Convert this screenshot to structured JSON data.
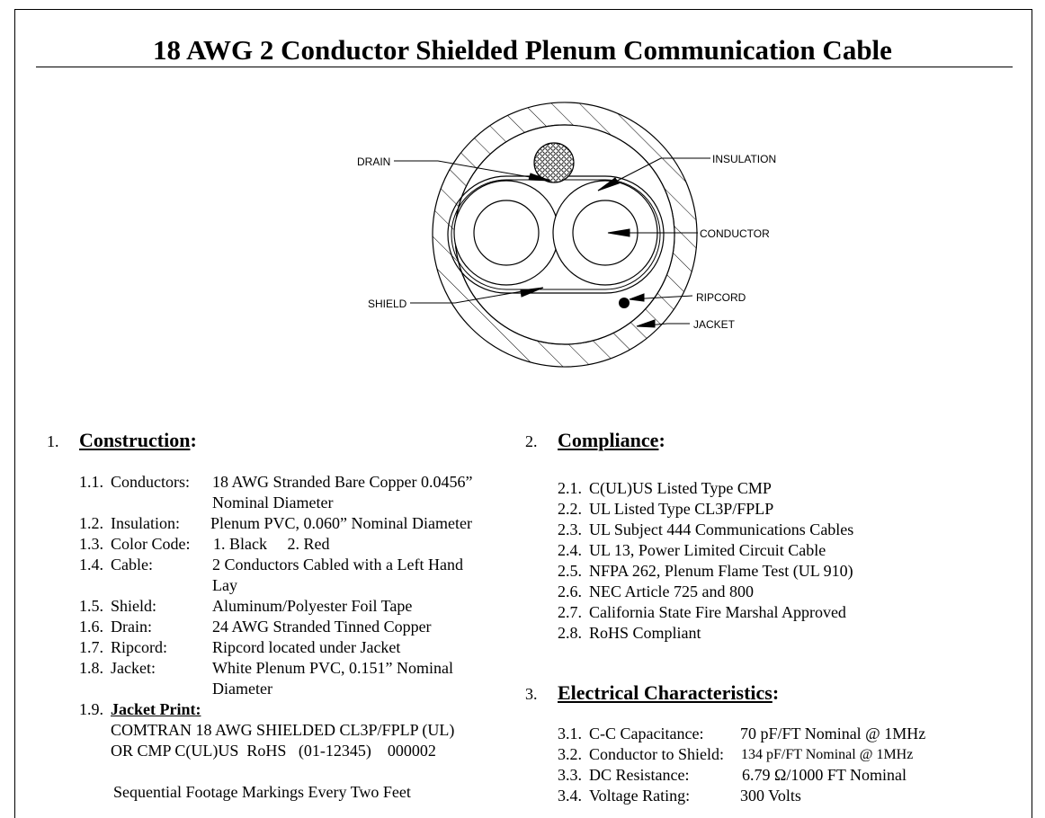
{
  "title": "18 AWG 2 Conductor Shielded Plenum Communication Cable",
  "diagram": {
    "labels": {
      "drain": "DRAIN",
      "insulation": "INSULATION",
      "conductor": "CONDUCTOR",
      "shield": "SHIELD",
      "ripcord": "RIPCORD",
      "jacket": "JACKET"
    }
  },
  "construction": {
    "number": "1.",
    "heading": "Construction",
    "items": [
      {
        "num": "1.1.",
        "label": "Conductors:",
        "value": "18 AWG Stranded Bare Copper 0.0456”",
        "value2": "Nominal Diameter"
      },
      {
        "num": "1.2.",
        "label": "Insulation:",
        "value": "Plenum PVC, 0.060” Nominal Diameter"
      },
      {
        "num": "1.3.",
        "label": "Color Code:",
        "value": "1. Black     2. Red"
      },
      {
        "num": "1.4.",
        "label": "Cable:",
        "value": "2 Conductors Cabled with a Left Hand",
        "value2": "Lay"
      },
      {
        "num": "1.5.",
        "label": "Shield:",
        "value": "Aluminum/Polyester Foil Tape"
      },
      {
        "num": "1.6.",
        "label": "Drain:",
        "value": "24 AWG Stranded Tinned Copper"
      },
      {
        "num": "1.7.",
        "label": "Ripcord:",
        "value": "Ripcord located under Jacket"
      },
      {
        "num": "1.8.",
        "label": "Jacket:",
        "value": "White Plenum PVC, 0.151” Nominal",
        "value2": "Diameter"
      }
    ],
    "jacket_print": {
      "num": "1.9.",
      "label": "Jacket Print:",
      "line1": "COMTRAN 18 AWG SHIELDED CL3P/FPLP (UL)",
      "line2": "OR CMP C(UL)US  RoHS   (01-12345)    000002",
      "footage": "Sequential Footage Markings Every Two Feet"
    }
  },
  "compliance": {
    "number": "2.",
    "heading": "Compliance",
    "items": [
      {
        "num": "2.1.",
        "text": "C(UL)US Listed Type CMP"
      },
      {
        "num": "2.2.",
        "text": "UL Listed Type CL3P/FPLP"
      },
      {
        "num": "2.3.",
        "text": "UL Subject 444 Communications Cables"
      },
      {
        "num": "2.4.",
        "text": "UL 13, Power Limited Circuit Cable"
      },
      {
        "num": "2.5.",
        "text": "NFPA 262, Plenum Flame Test (UL 910)"
      },
      {
        "num": "2.6.",
        "text": "NEC Article 725 and 800"
      },
      {
        "num": "2.7.",
        "text": "California State Fire Marshal Approved"
      },
      {
        "num": "2.8.",
        "text": "RoHS Compliant"
      }
    ]
  },
  "electrical": {
    "number": "3.",
    "heading": "Electrical Characteristics",
    "items": [
      {
        "num": "3.1.",
        "label": "C-C Capacitance:",
        "value": "70 pF/FT Nominal @ 1MHz"
      },
      {
        "num": "3.2.",
        "label": "Conductor to Shield:",
        "value": "134 pF/FT Nominal @ 1MHz"
      },
      {
        "num": "3.3.",
        "label": "DC Resistance:",
        "value": "6.79 Ω/1000 FT Nominal"
      },
      {
        "num": "3.4.",
        "label": "Voltage Rating:",
        "value": "300 Volts"
      }
    ]
  }
}
